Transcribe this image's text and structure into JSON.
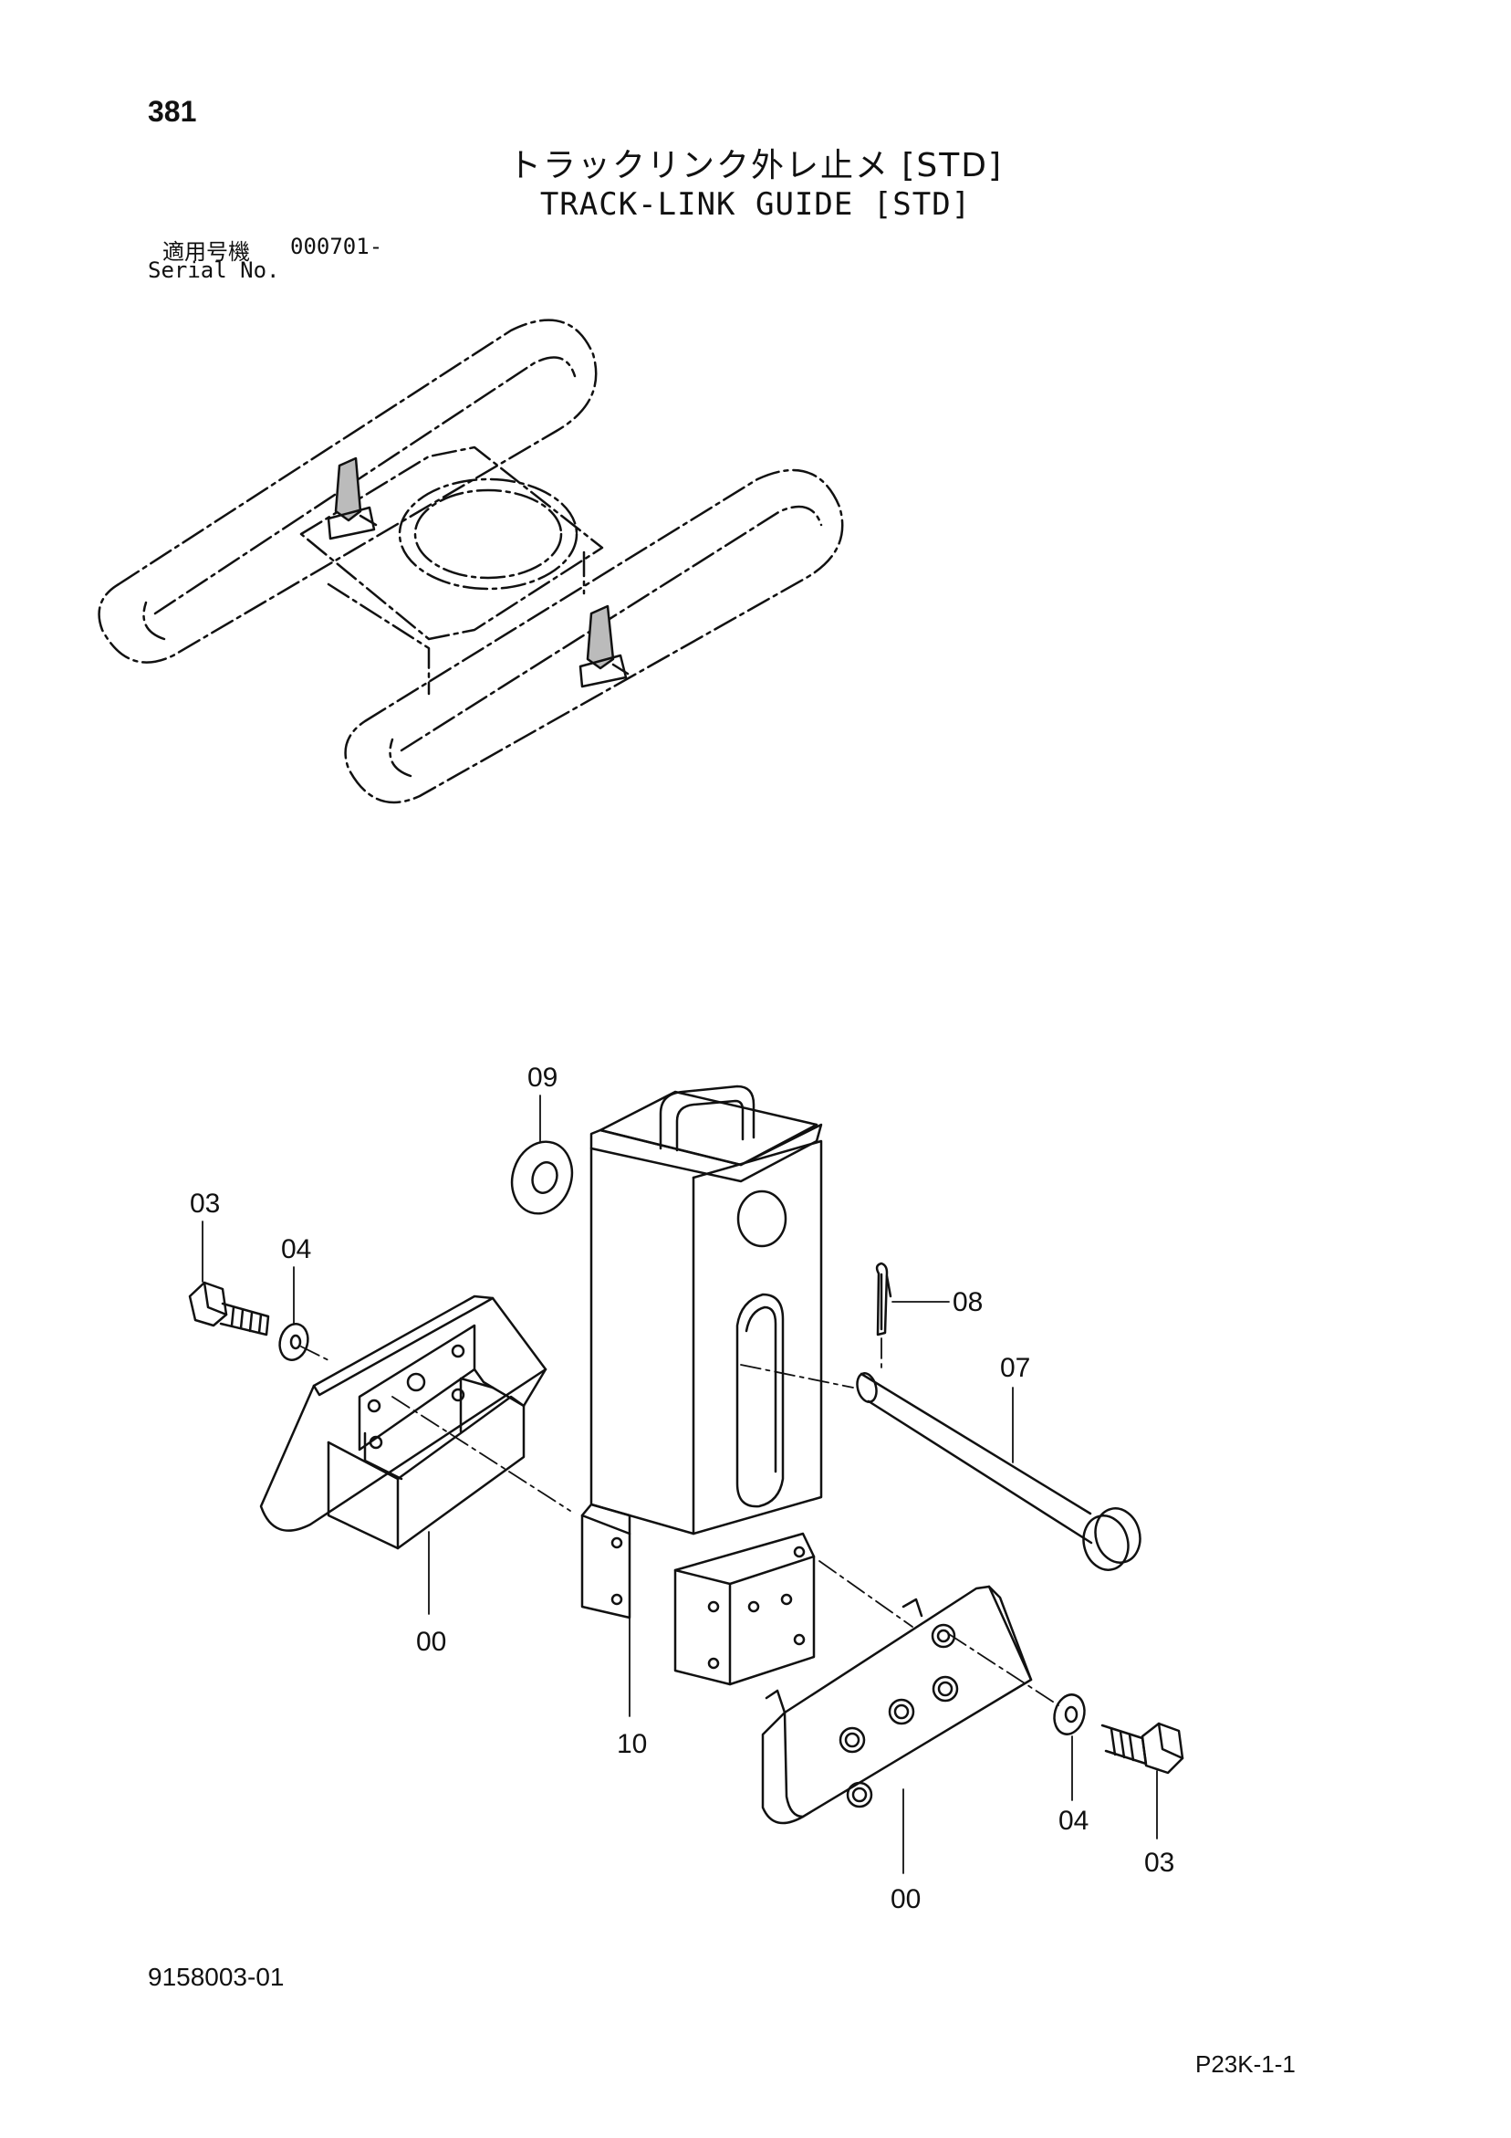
{
  "header": {
    "page_number": "381",
    "title_jp": "トラックリンク外レ止メ [STD]",
    "title_en": "TRACK-LINK GUIDE [STD]",
    "serial_label_jp": "適用号機",
    "serial_value": "000701-",
    "serial_label_en": "Serial No."
  },
  "callouts": {
    "c09": "09",
    "c03_left": "03",
    "c04_left": "04",
    "c08": "08",
    "c07": "07",
    "c00_left": "00",
    "c10": "10",
    "c04_right": "04",
    "c03_right": "03",
    "c00_right": "00"
  },
  "footer": {
    "doc_code": "9158003-01",
    "sheet_ref": "P23K-1-1"
  }
}
